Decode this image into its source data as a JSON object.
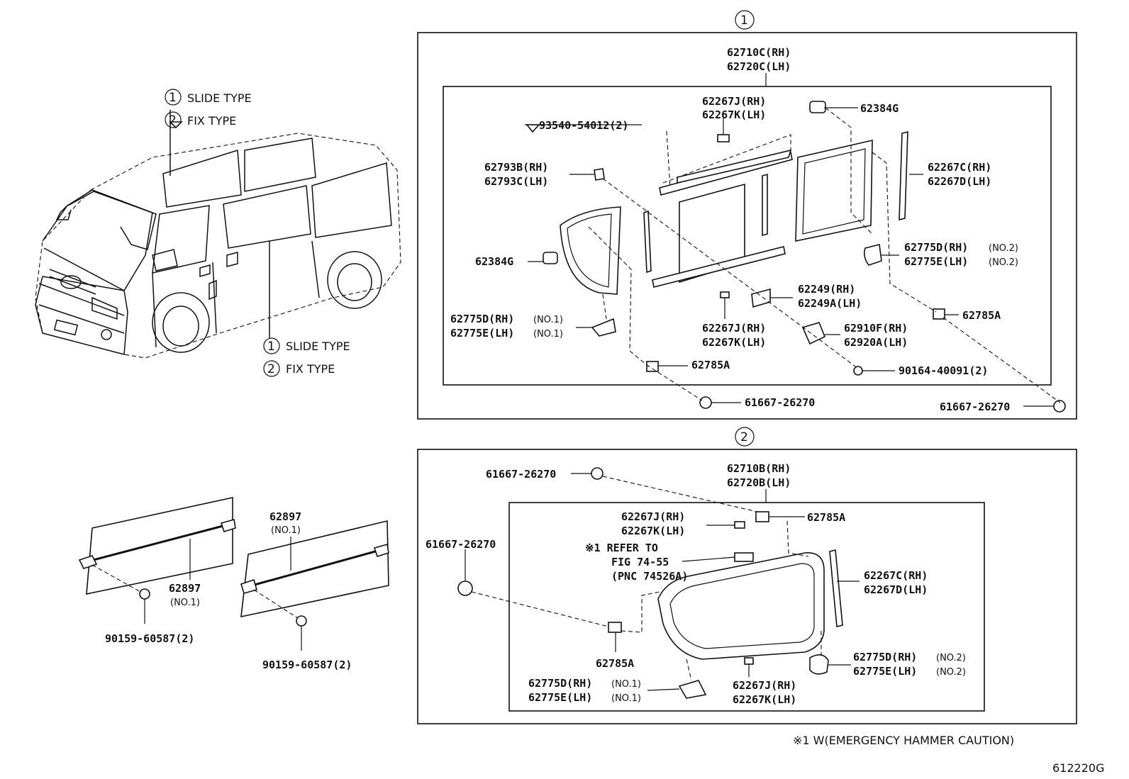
{
  "legend_top": {
    "n1": "1",
    "l1": "SLIDE TYPE",
    "n2": "2",
    "l2": "FIX TYPE"
  },
  "legend_mid": {
    "n1": "1",
    "l1": "SLIDE TYPE",
    "n2": "2",
    "l2": "FIX TYPE"
  },
  "section1": {
    "marker": "1",
    "labels": {
      "top_a": "62710C(RH)",
      "top_b": "62720C(LH)",
      "j1a": "62267J(RH)",
      "j1b": "62267K(LH)",
      "g384_top": "62384G",
      "screw": "93540-54012(2)",
      "b793a": "62793B(RH)",
      "b793b": "62793C(LH)",
      "c267a": "62267C(RH)",
      "c267b": "62267D(LH)",
      "g384_left": "62384G",
      "d775a": "62775D(RH)",
      "d775a_s": "(NO.2)",
      "d775b": "62775E(LH)",
      "d775b_s": "(NO.2)",
      "h249a": "62249(RH)",
      "h249b": "62249A(LH)",
      "a785_r": "62785A",
      "n1a": "62775D(RH)",
      "n1a_s": "(NO.1)",
      "n1b": "62775E(LH)",
      "n1b_s": "(NO.1)",
      "j2a": "62267J(RH)",
      "j2b": "62267K(LH)",
      "f910a": "62910F(RH)",
      "f910b": "62920A(LH)",
      "a785_b": "62785A",
      "s901": "90164-40091(2)",
      "c616a": "61667-26270",
      "c616b": "61667-26270"
    }
  },
  "section2": {
    "marker": "2",
    "labels": {
      "c616_top": "61667-26270",
      "top_a": "62710B(RH)",
      "top_b": "62720B(LH)",
      "j1a": "62267J(RH)",
      "j1b": "62267K(LH)",
      "a785_top": "62785A",
      "c616_left": "61667-26270",
      "ref1": "※1 REFER TO",
      "ref2": "FIG 74-55",
      "ref3": "(PNC 74526A)",
      "c267a": "62267C(RH)",
      "c267b": "62267D(LH)",
      "a785_bot": "62785A",
      "d775a": "62775D(RH)",
      "d775a_s": "(NO.2)",
      "d775b": "62775E(LH)",
      "d775b_s": "(NO.2)",
      "n1a": "62775D(RH)",
      "n1a_s": "(NO.1)",
      "n1b": "62775E(LH)",
      "n1b_s": "(NO.1)",
      "j2a": "62267J(RH)",
      "j2b": "62267K(LH)"
    }
  },
  "bar_left": {
    "part": "62897",
    "sub": "(NO.1)",
    "screw": "90159-60587(2)"
  },
  "bar_right": {
    "part": "62897",
    "sub": "(NO.1)",
    "screw": "90159-60587(2)"
  },
  "footnote": "※1 W(EMERGENCY HAMMER CAUTION)",
  "figure_code": "612220G"
}
